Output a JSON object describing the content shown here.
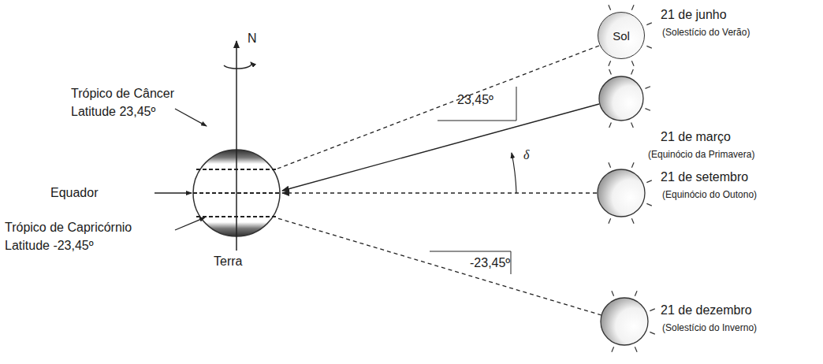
{
  "diagram": {
    "nodes": [
      {
        "text": [
          "Sol"
        ]
      }
    ],
    "labels": [
      "N",
      "Trópico de Câncer",
      "Latitude 23,45º",
      "Equador",
      "Trópico de Capricórnio",
      "Latitude -23,45º",
      "Terra",
      "23,45º",
      "δ",
      "21 de junho",
      "(Solestício do Verão)",
      "21 de março",
      "(Equinócio da Primavera)",
      "21 de setembro",
      "(Equinócio do Outono)",
      "-23,45º",
      "21 de dezembro",
      "(Solestício do Inverno)"
    ]
  }
}
